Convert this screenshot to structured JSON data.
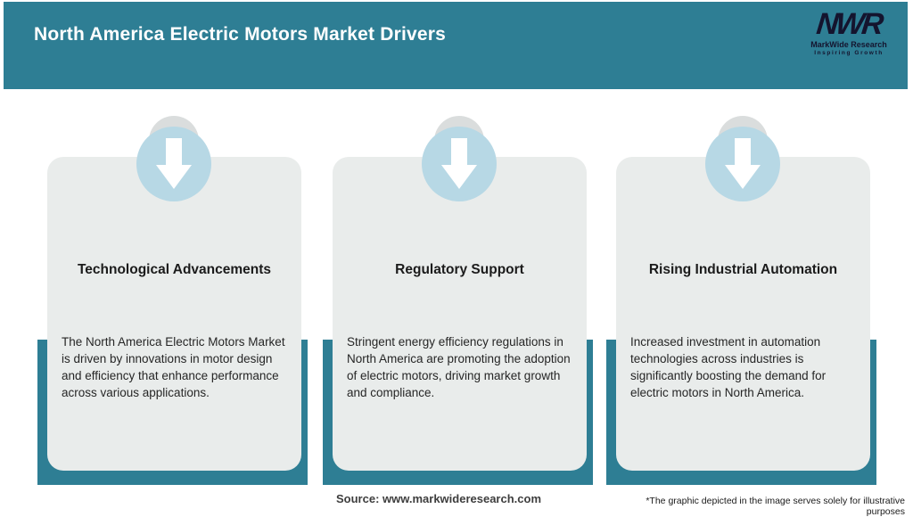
{
  "header": {
    "title": "North America Electric Motors Market Drivers"
  },
  "logo": {
    "acronym": "NWR",
    "name": "MarkWide Research",
    "tagline": "Inspiring Growth"
  },
  "cards": [
    {
      "title": "Technological Advancements",
      "body": "The North America Electric Motors Market is driven by innovations in motor design and efficiency that enhance performance across various applications."
    },
    {
      "title": "Regulatory Support",
      "body": "Stringent energy efficiency regulations in North America are promoting the adoption of electric motors, driving market growth and compliance."
    },
    {
      "title": "Rising Industrial Automation",
      "body": "Increased investment in automation technologies across industries is significantly boosting the demand for electric motors in North America."
    }
  ],
  "footer": {
    "source": "Source: www.markwideresearch.com",
    "disclaimer": "*The graphic depicted in the image serves solely for illustrative purposes"
  },
  "colors": {
    "teal": "#2e7e94",
    "card-bg": "#e9eceb",
    "circle-blue": "#b7d8e5",
    "logo-navy": "#14142e"
  }
}
